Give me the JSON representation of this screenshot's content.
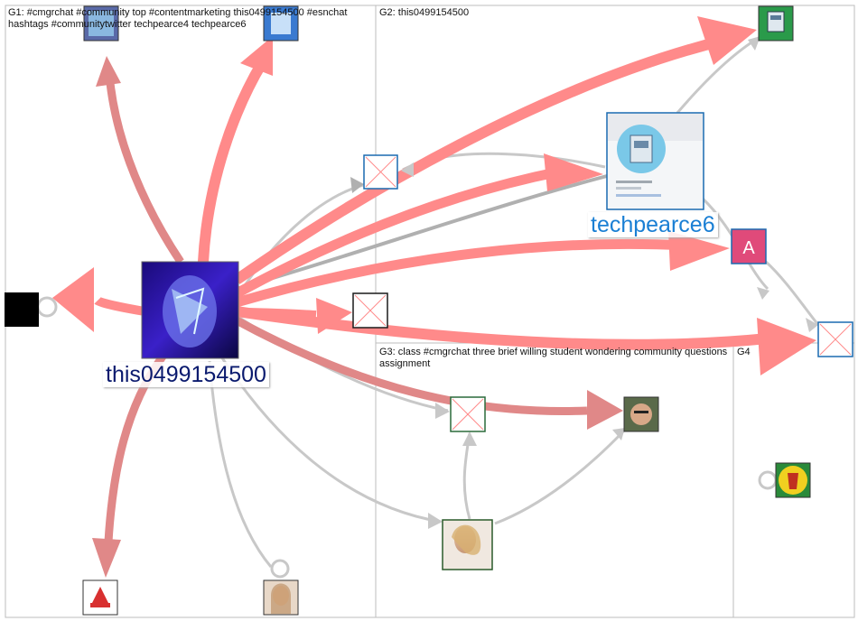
{
  "groups": {
    "g1": {
      "label": "G1: #cmgrchat #community top #contentmarketing this0499154500 #esnchat hashtags #communitytwitter techpearce4 techpearce6"
    },
    "g2": {
      "label": "G2: this0499154500"
    },
    "g3": {
      "label": "G3: class #cmgrchat three brief willing student wondering community questions assignment"
    },
    "g4": {
      "label": "G4"
    }
  },
  "nodes": {
    "this0499154500": {
      "label": "this0499154500"
    },
    "techpearce6": {
      "label": "techpearce6"
    },
    "avatar_a": {
      "letter": "A"
    }
  },
  "colors": {
    "edge_strong": "#ff8a8a",
    "edge_medium": "#e07a7a",
    "edge_gray": "#c8c8c8",
    "label_main": "#0a1a6e",
    "label_tech": "#1a7fd4",
    "border": "#bdbdbd"
  }
}
